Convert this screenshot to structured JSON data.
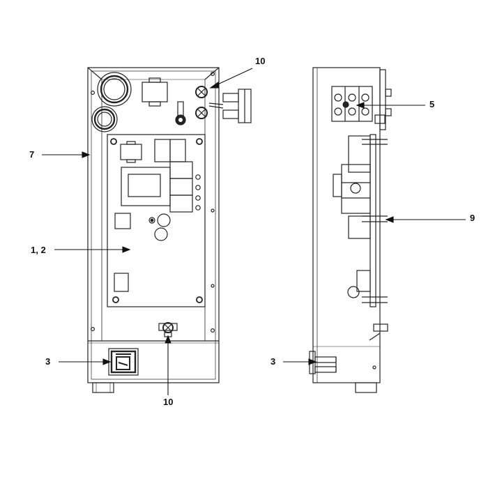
{
  "callouts": {
    "c10_top": "10",
    "c5": "5",
    "c7": "7",
    "c9": "9",
    "c1_2": "1, 2",
    "c3_front": "3",
    "c3_side": "3",
    "c10_bottom": "10"
  },
  "colors": {
    "line": "#222222",
    "fill": "#ffffff"
  }
}
